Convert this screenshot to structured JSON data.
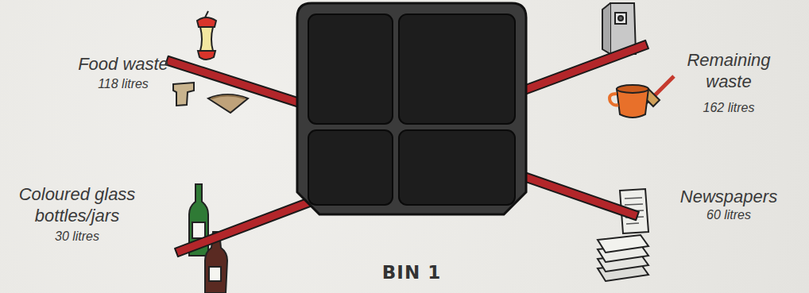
{
  "diagram": {
    "nodes": [
      {
        "text": [
          "BIN 1"
        ]
      }
    ],
    "labels": [
      "Food waste",
      "118 litres",
      "Remaining waste",
      "162 litres",
      "Coloured glass bottles/jars",
      "30 litres",
      "Newspapers",
      "60 litres"
    ]
  }
}
